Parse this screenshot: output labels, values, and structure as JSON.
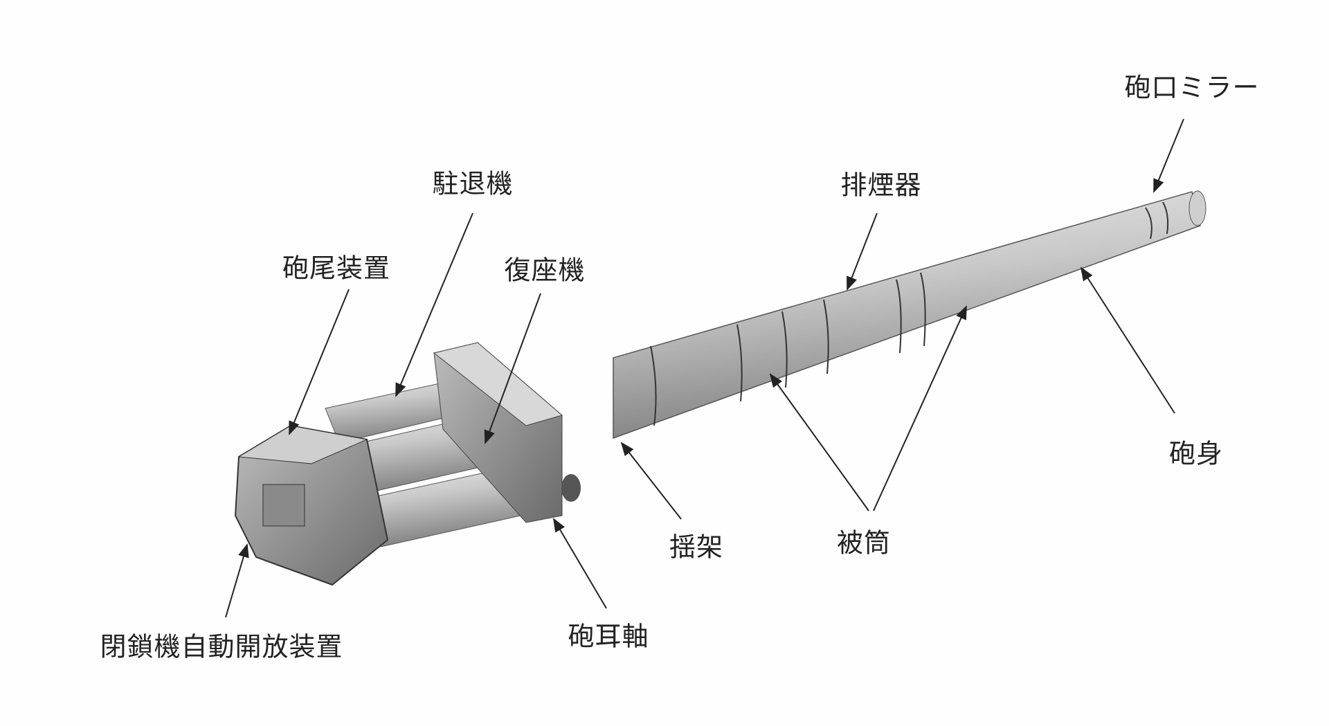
{
  "labels": {
    "muzzle_mirror": "砲口ミラー",
    "recoil_brake": "駐退機",
    "bore_evacuator": "排煙器",
    "breech_mechanism": "砲尾装置",
    "recuperator": "復座機",
    "barrel": "砲身",
    "cradle": "揺架",
    "jacket": "被筒",
    "trunnion": "砲耳軸",
    "breech_auto_opener": "閉鎖機自動開放装置"
  },
  "colors": {
    "metal_light": "#d4d4d4",
    "metal_dark": "#7a7a7a",
    "line": "#222222"
  }
}
